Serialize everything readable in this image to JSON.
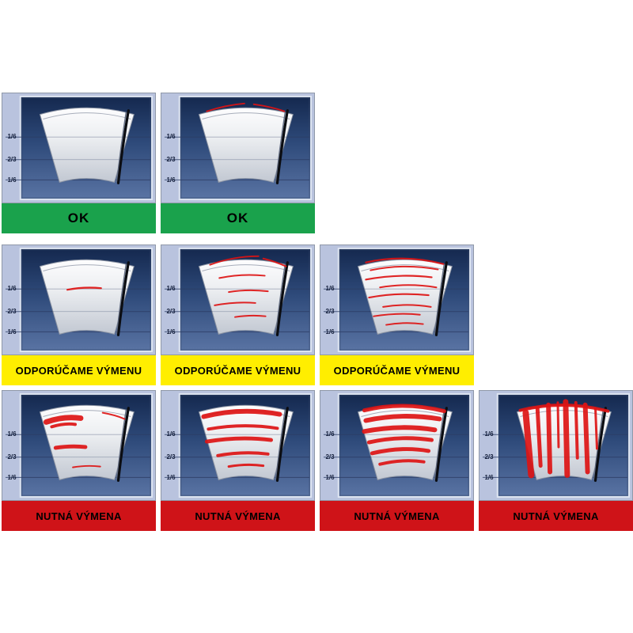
{
  "gauge_markers": [
    "1/6",
    "2/3",
    "1/6"
  ],
  "legend_rows": [
    {
      "status": "ok",
      "label": "OK",
      "band_color": "#1aa24c",
      "cells": [
        {
          "severity": "clean"
        },
        {
          "severity": "trace"
        }
      ]
    },
    {
      "status": "replacement-recommended",
      "label": "ODPORÚČAME VÝMENU",
      "band_color": "#ffee00",
      "cells": [
        {
          "severity": "light"
        },
        {
          "severity": "moderate"
        },
        {
          "severity": "strong"
        }
      ]
    },
    {
      "status": "replacement-required",
      "label": "NUTNÁ VÝMENA",
      "band_color": "#cf1318",
      "cells": [
        {
          "severity": "smear_light"
        },
        {
          "severity": "smear_moderate"
        },
        {
          "severity": "smear_strong"
        },
        {
          "severity": "smear_total"
        }
      ]
    }
  ],
  "colors": {
    "cell_bg": "#b9c3de",
    "streak_red": "#dd1414",
    "screen_top": "#14284e",
    "screen_mid": "#2e4a7a",
    "screen_bottom": "#5a74a4",
    "fan_light": "#fdfdfe",
    "fan_mid": "#eceef1",
    "fan_dark": "#c2c8d2",
    "blade_black": "#0b0d12"
  }
}
